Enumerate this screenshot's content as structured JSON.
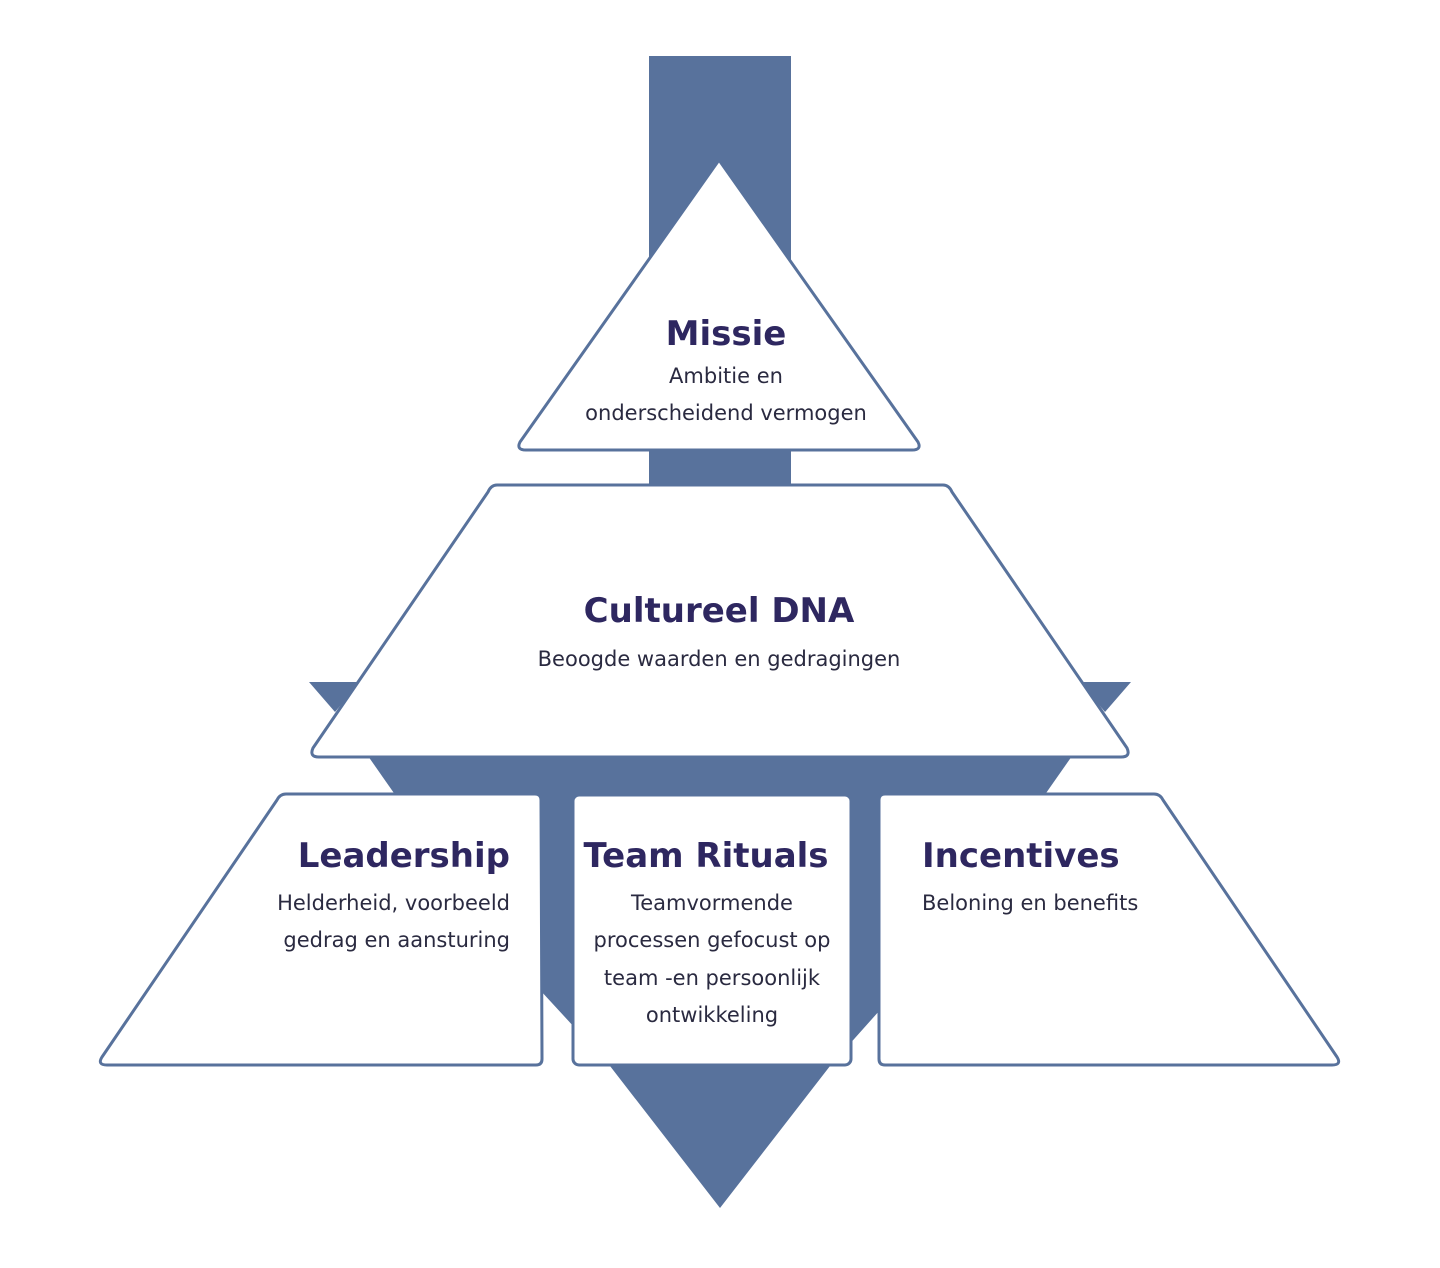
{
  "colors": {
    "arrow": "#58729c",
    "outline": "#58729c",
    "title": "#2e2760",
    "text": "#2a2a40",
    "fill": "#ffffff"
  },
  "missie": {
    "title": "Missie",
    "line1": "Ambitie en",
    "line2": "onderscheidend vermogen"
  },
  "cultureel_dna": {
    "title": "Cultureel DNA",
    "line1": "Beoogde waarden en gedragingen"
  },
  "leadership": {
    "title": "Leadership",
    "line1": "Helderheid, voorbeeld",
    "line2": "gedrag en aansturing"
  },
  "team_rituals": {
    "title": "Team Rituals",
    "line1": "Teamvormende",
    "line2": "processen gefocust op",
    "line3": "team -en persoonlijk",
    "line4": "ontwikkeling"
  },
  "incentives": {
    "title": "Incentives",
    "line1": "Beloning en benefits"
  }
}
